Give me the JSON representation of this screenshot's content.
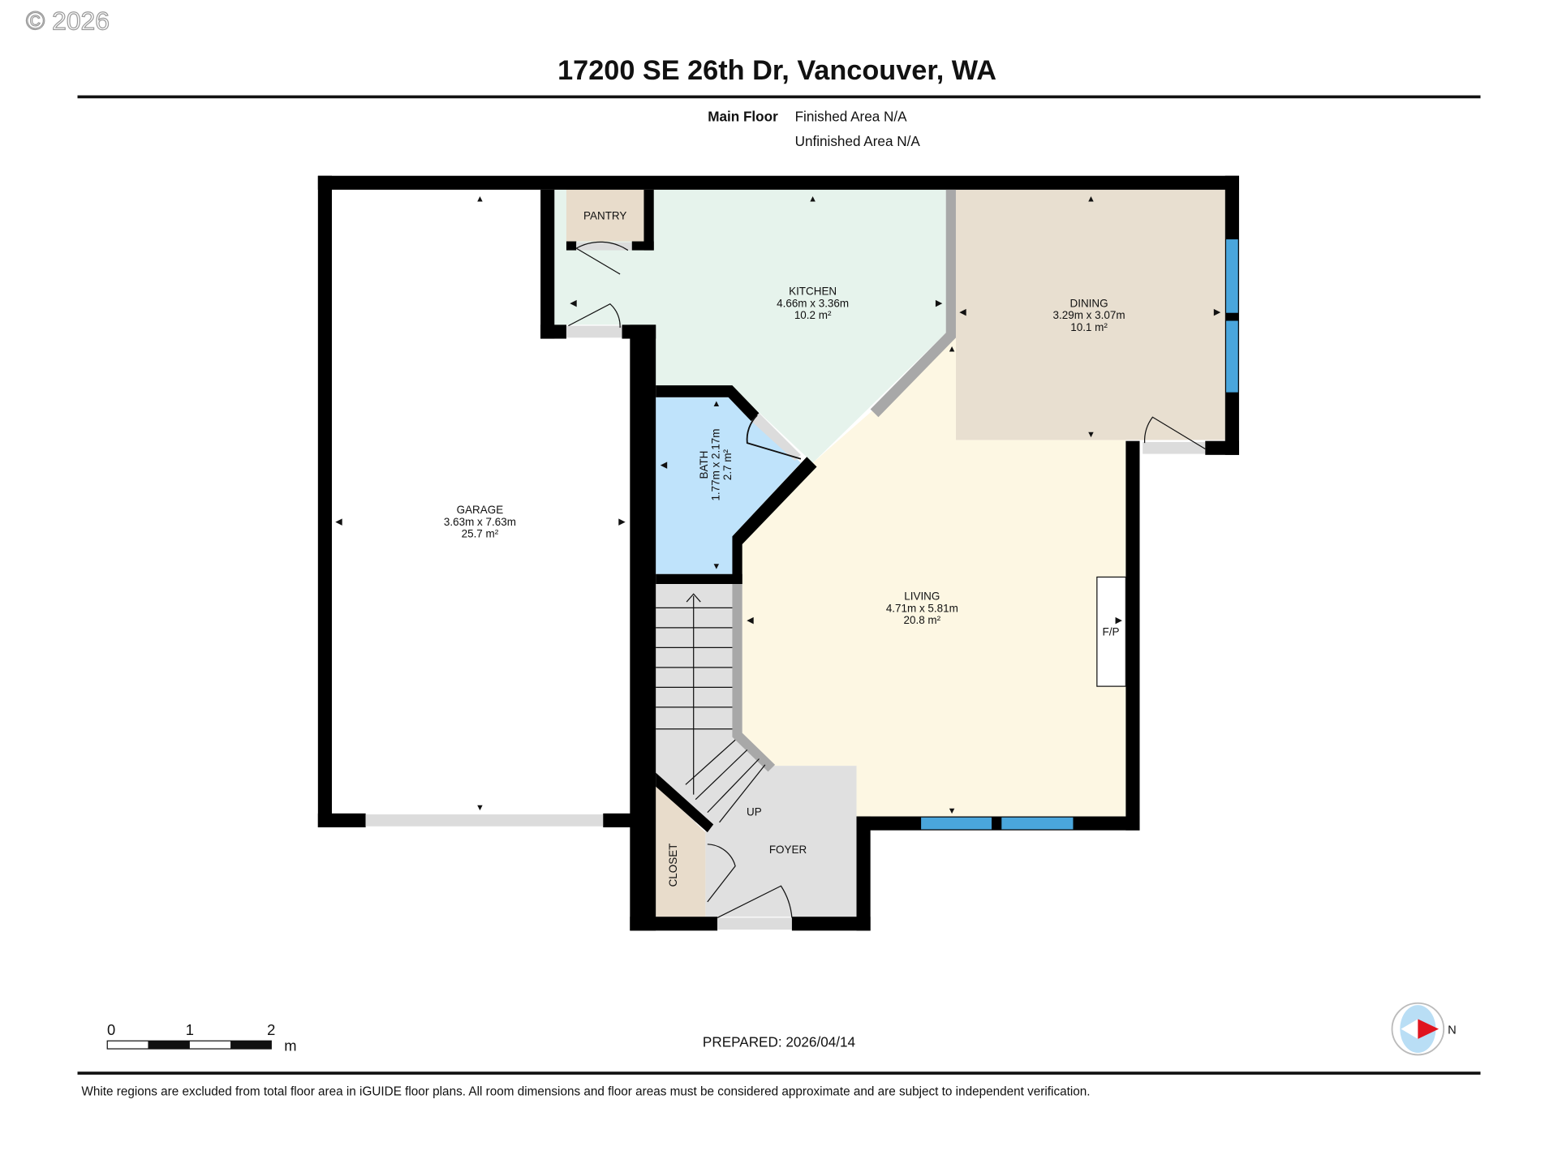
{
  "watermark": "© 2026",
  "header": {
    "title": "17200 SE 26th Dr, Vancouver, WA",
    "floor_name": "Main Floor",
    "finished_area": "Finished Area N/A",
    "unfinished_area": "Unfinished Area N/A"
  },
  "rooms": {
    "pantry": {
      "name": "PANTRY"
    },
    "kitchen": {
      "name": "KITCHEN",
      "dims": "4.66m x 3.36m",
      "area": "10.2 m²"
    },
    "dining": {
      "name": "DINING",
      "dims": "3.29m x 3.07m",
      "area": "10.1 m²"
    },
    "bath": {
      "name": "BATH",
      "dims": "1.77m x 2.17m",
      "area": "2.7 m²"
    },
    "garage": {
      "name": "GARAGE",
      "dims": "3.63m x 7.63m",
      "area": "25.7 m²"
    },
    "living": {
      "name": "LIVING",
      "dims": "4.71m x 5.81m",
      "area": "20.8 m²"
    },
    "fireplace": {
      "name": "F/P"
    },
    "stairs": {
      "name": "UP"
    },
    "foyer": {
      "name": "FOYER"
    },
    "closet": {
      "name": "CLOSET"
    }
  },
  "colors": {
    "kitchen": "#e6f3ec",
    "dining": "#e8dfd0",
    "bath": "#bfe3fb",
    "living": "#fdf7e3",
    "foyer": "#e0e0e0",
    "closet_pantry": "#e8dccb",
    "window": "#4aa6dc",
    "compass_arrow": "#e0141e"
  },
  "footer": {
    "scale_ticks": [
      "0",
      "1",
      "2"
    ],
    "scale_unit": "m",
    "prepared": "PREPARED: 2026/04/14",
    "compass_label": "N",
    "disclaimer": "White regions are excluded from total floor area in iGUIDE floor plans. All room dimensions and floor areas must be considered approximate and are subject to independent verification."
  }
}
